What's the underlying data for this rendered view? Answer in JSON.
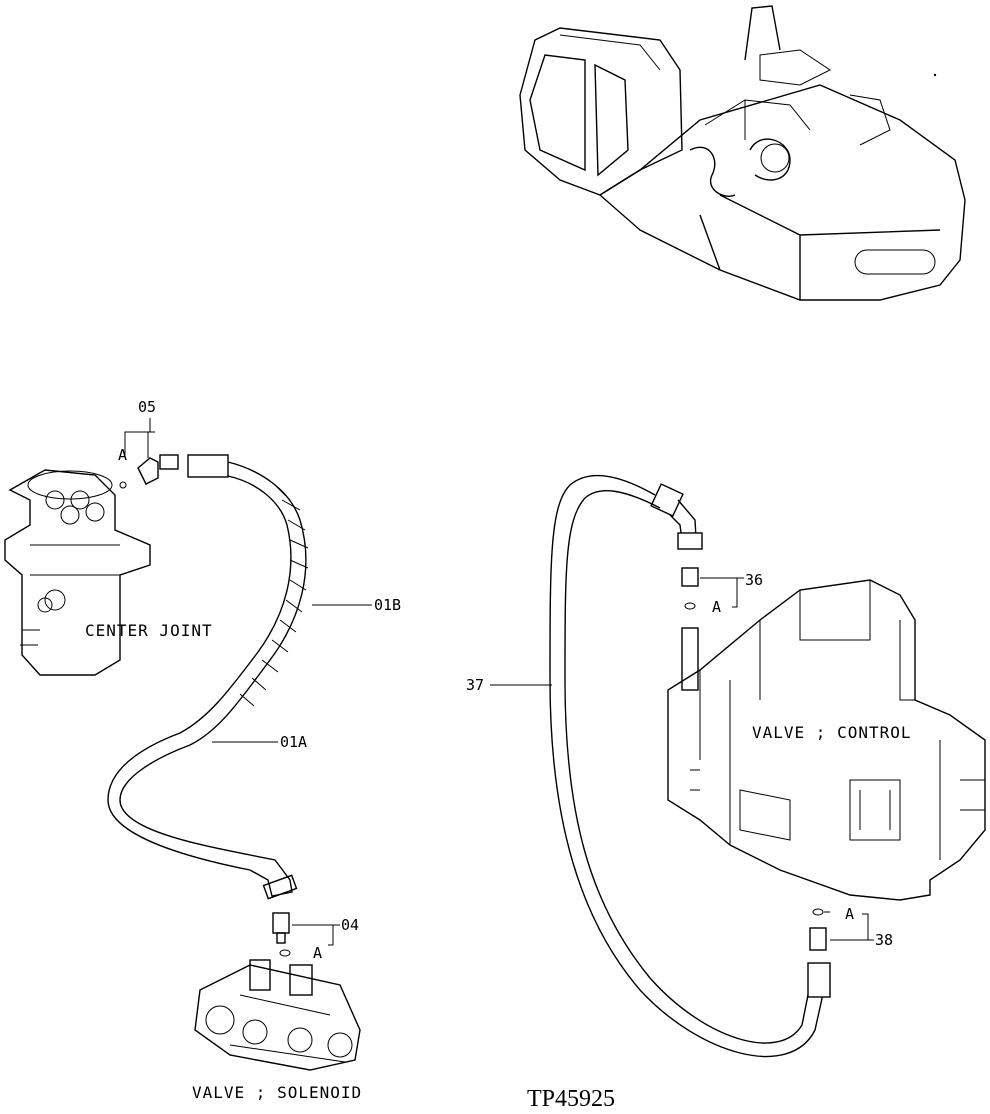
{
  "labels": {
    "p05": "05",
    "p01b": "01B",
    "p01a": "01A",
    "p04": "04",
    "p36": "36",
    "p37": "37",
    "p38": "38",
    "a1": "A",
    "a2": "A",
    "a3": "A",
    "a4": "A"
  },
  "components": {
    "center_joint": "CENTER JOINT",
    "valve_control": "VALVE ; CONTROL",
    "valve_solenoid": "VALVE ; SOLENOID"
  },
  "figure_id": "TP45925"
}
